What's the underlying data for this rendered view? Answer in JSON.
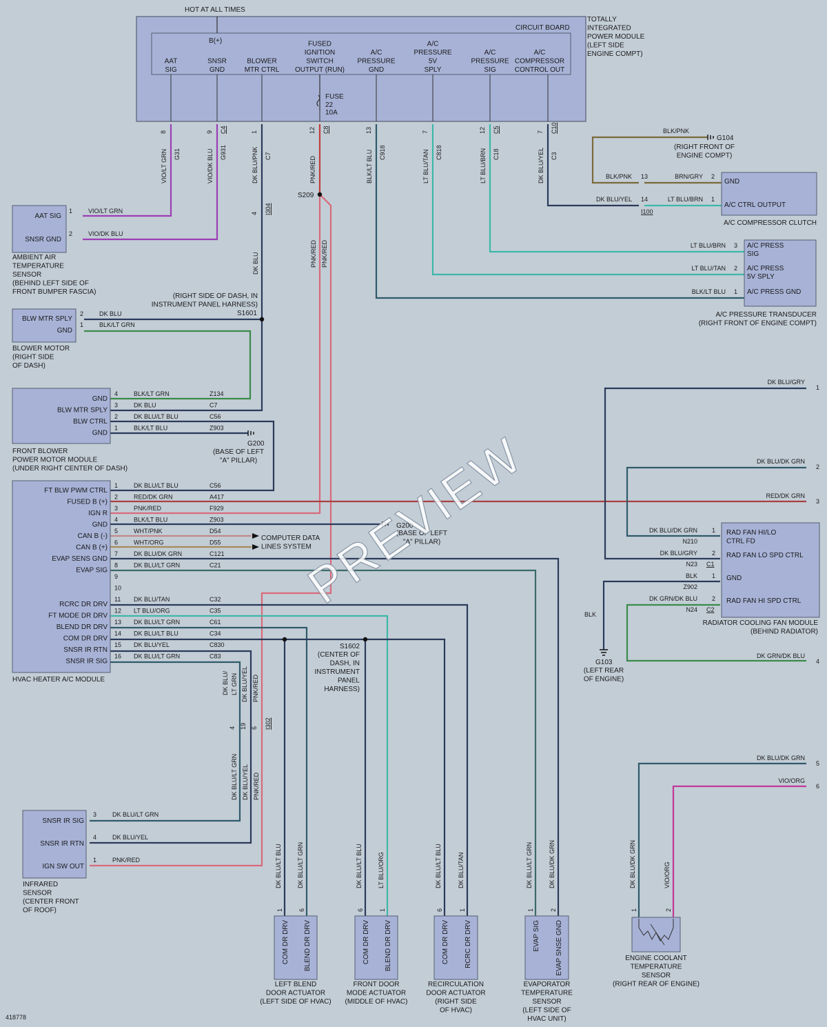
{
  "diagram_id": "418778",
  "watermark": "PREVIEW",
  "tipm": {
    "hot": "HOT AT ALL TIMES",
    "board": "CIRCUIT BOARD",
    "bplus": "B(+)",
    "desc": [
      "TOTALLY",
      "INTEGRATED",
      "POWER MODULE",
      "(LEFT SIDE",
      "ENGINE COMPT)"
    ],
    "fuse": [
      "FUSE",
      "22",
      "10A"
    ],
    "cols": [
      [
        "AAT",
        "SIG"
      ],
      [
        "SNSR",
        "GND"
      ],
      [
        "BLOWER",
        "MTR CTRL"
      ],
      [
        "FUSED",
        "IGNITION",
        "SWITCH",
        "OUTPUT (RUN)"
      ],
      [
        "A/C",
        "PRESSURE",
        "GND"
      ],
      [
        "A/C",
        "PRESSURE",
        "5V",
        "SPLY"
      ],
      [
        "A/C",
        "PRESSURE",
        "SIG"
      ],
      [
        "A/C",
        "COMPRESSOR",
        "CONTROL OUT"
      ]
    ],
    "pins": [
      {
        "pin": "8",
        "conn": "",
        "color": "VIO/LT GRN",
        "circuit": "G31"
      },
      {
        "pin": "9",
        "conn": "C4",
        "color": "VIO/DK BLU",
        "circuit": "G931"
      },
      {
        "pin": "1",
        "conn": "",
        "color": "DK BLU/PNK",
        "circuit": "C7"
      },
      {
        "pin": "12",
        "conn": "C8",
        "color": "PNK/RED",
        "circuit": ""
      },
      {
        "pin": "13",
        "conn": "",
        "color": "BLK/LT BLU",
        "circuit": "C918"
      },
      {
        "pin": "7",
        "conn": "",
        "color": "LT BLU/TAN",
        "circuit": "C818"
      },
      {
        "pin": "12",
        "conn": "C5",
        "color": "LT BLU/BRN",
        "circuit": "C18"
      },
      {
        "pin": "7",
        "conn": "C10",
        "color": "DK BLU/YEL",
        "circuit": "C3"
      }
    ]
  },
  "aat": {
    "pins": [
      "AAT SIG",
      "SNSR GND"
    ],
    "wires": [
      {
        "n": "1",
        "c": "VIO/LT GRN"
      },
      {
        "n": "2",
        "c": "VIO/DK BLU"
      }
    ],
    "desc": [
      "AMBIENT AIR",
      "TEMPERATURE",
      "SENSOR",
      "(BEHIND LEFT SIDE OF",
      "FRONT BUMPER FASCIA)"
    ]
  },
  "splices": {
    "s209": "S209",
    "s1601": "S1601",
    "s1601_desc": [
      "(RIGHT SIDE OF DASH, IN",
      "INSTRUMENT PANEL HARNESS)"
    ],
    "i304": "I304",
    "i304_pin": "4",
    "dk_blu": "DK BLU",
    "pnk_red": "PNK/RED",
    "s1602": "S1602",
    "s1602_desc": [
      "(CENTER OF",
      "DASH, IN",
      "INSTRUMENT",
      "PANEL",
      "HARNESS)"
    ]
  },
  "blower_motor": {
    "pins": [
      "BLW MTR SPLY",
      "GND"
    ],
    "wires": [
      {
        "n": "2",
        "c": "DK BLU"
      },
      {
        "n": "1",
        "c": "BLK/LT GRN"
      }
    ],
    "desc": [
      "BLOWER MOTOR",
      "(RIGHT SIDE",
      "OF DASH)"
    ]
  },
  "fbpmm": {
    "pins": [
      "GND",
      "BLW MTR SPLY",
      "BLW CTRL",
      "GND"
    ],
    "wires": [
      {
        "n": "4",
        "c": "BLK/LT GRN",
        "ckt": "Z134"
      },
      {
        "n": "3",
        "c": "DK BLU",
        "ckt": "C7"
      },
      {
        "n": "2",
        "c": "DK BLU/LT BLU",
        "ckt": "C56"
      },
      {
        "n": "1",
        "c": "BLK/LT BLU",
        "ckt": "Z903"
      }
    ],
    "desc": [
      "FRONT BLOWER",
      "POWER MOTOR MODULE",
      "(UNDER RIGHT CENTER OF DASH)"
    ],
    "g200": "G200",
    "g200_desc": [
      "(BASE OF LEFT",
      "\"A\" PILLAR)"
    ]
  },
  "hvac": {
    "pins": [
      "FT BLW PWM CTRL",
      "FUSED B (+)",
      "IGN R",
      "GND",
      "CAN B (-)",
      "CAN B (+)",
      "EVAP SENS GND",
      "EVAP SIG",
      "",
      "",
      "RCRC DR DRV",
      "FT MODE DR DRV",
      "BLEND DR DRV",
      "COM DR DRV",
      "SNSR IR RTN",
      "SNSR IR SIG"
    ],
    "wires": [
      {
        "n": "1",
        "c": "DK BLU/LT BLU",
        "ckt": "C56"
      },
      {
        "n": "2",
        "c": "RED/DK GRN",
        "ckt": "A417"
      },
      {
        "n": "3",
        "c": "PNK/RED",
        "ckt": "F929"
      },
      {
        "n": "4",
        "c": "BLK/LT BLU",
        "ckt": "Z903"
      },
      {
        "n": "5",
        "c": "WHT/PNK",
        "ckt": "D54"
      },
      {
        "n": "6",
        "c": "WHT/ORG",
        "ckt": "D55"
      },
      {
        "n": "7",
        "c": "DK BLU/DK GRN",
        "ckt": "C121"
      },
      {
        "n": "8",
        "c": "DK BLU/LT GRN",
        "ckt": "C21"
      },
      {
        "n": "9",
        "c": "",
        "ckt": ""
      },
      {
        "n": "10",
        "c": "",
        "ckt": ""
      },
      {
        "n": "11",
        "c": "DK BLU/TAN",
        "ckt": "C32"
      },
      {
        "n": "12",
        "c": "LT BLU/ORG",
        "ckt": "C35"
      },
      {
        "n": "13",
        "c": "DK BLU/LT GRN",
        "ckt": "C61"
      },
      {
        "n": "14",
        "c": "DK BLU/LT BLU",
        "ckt": "C34"
      },
      {
        "n": "15",
        "c": "DK BLU/YEL",
        "ckt": "C830"
      },
      {
        "n": "16",
        "c": "DK BLU/LT GRN",
        "ckt": "C83"
      }
    ],
    "desc": "HVAC HEATER A/C MODULE",
    "data_lines": [
      "COMPUTER DATA",
      "LINES SYSTEM"
    ],
    "g200": "G200",
    "g200_desc": [
      "(BASE OF LEFT",
      "\"A\" PILLAR)"
    ]
  },
  "i302": {
    "name": "I302",
    "pins": [
      "4",
      "19",
      "6"
    ],
    "upper": [
      "DK BLU/",
      "LT GRN",
      "DK BLU/YEL",
      "PNK/RED"
    ],
    "lower": [
      "DK BLU/LT GRN",
      "DK BLU/YEL",
      "PNK/RED"
    ]
  },
  "ir": {
    "pins": [
      "SNSR IR SIG",
      "SNSR IR RTN",
      "IGN SW OUT"
    ],
    "wires": [
      {
        "n": "3",
        "c": "DK BLU/LT GRN"
      },
      {
        "n": "4",
        "c": "DK BLU/YEL"
      },
      {
        "n": "1",
        "c": "PNK/RED"
      }
    ],
    "desc": [
      "INFRARED",
      "SENSOR",
      "(CENTER FRONT",
      "OF ROOF)"
    ]
  },
  "ac_clutch": {
    "g104": "G104",
    "g104_desc": [
      "(RIGHT FRONT OF",
      "ENGINE COMPT)"
    ],
    "blk_pnk": "BLK/PNK",
    "wires": [
      {
        "c_left": "BLK/PNK",
        "inline": "13",
        "c_right": "BRN/GRY",
        "n": "2",
        "pin": "GND"
      },
      {
        "c_left": "DK BLU/YEL",
        "inline": "14",
        "c_right": "LT BLU/BRN",
        "n": "1",
        "pin": "A/C CTRL OUTPUT"
      }
    ],
    "i100": "I100",
    "desc": "A/C COMPRESSOR CLUTCH"
  },
  "ac_trans": {
    "wires": [
      {
        "c": "LT BLU/BRN",
        "n": "3",
        "pin": [
          "A/C PRESS",
          "SIG"
        ]
      },
      {
        "c": "LT BLU/TAN",
        "n": "2",
        "pin": [
          "A/C PRESS",
          "5V SPLY"
        ]
      },
      {
        "c": "BLK/LT BLU",
        "n": "1",
        "pin": [
          "A/C PRESS GND"
        ]
      }
    ],
    "desc": [
      "A/C PRESSURE TRANSDUCER",
      "(RIGHT FRONT OF ENGINE COMPT)"
    ]
  },
  "rad": {
    "ext": [
      {
        "c": "DK BLU/GRY",
        "n": "1"
      },
      {
        "c": "DK BLU/DK GRN",
        "n": "2"
      },
      {
        "c": "RED/DK GRN",
        "n": "3"
      },
      {
        "c": "DK GRN/DK BLU",
        "n": "4"
      },
      {
        "c": "DK BLU/DK GRN",
        "n": "5"
      },
      {
        "c": "VIO/ORG",
        "n": "6"
      }
    ],
    "wires": [
      {
        "c": "DK BLU/DK GRN",
        "ckt": "N210",
        "conn": "",
        "n": "1"
      },
      {
        "c": "DK BLU/GRY",
        "ckt": "N23",
        "conn": "C1",
        "n": "2"
      },
      {
        "c": "BLK",
        "ckt": "Z902",
        "conn": "",
        "n": "1"
      },
      {
        "c": "DK GRN/DK BLU",
        "ckt": "N24",
        "conn": "C2",
        "n": "2"
      }
    ],
    "pins": [
      [
        "RAD FAN HI/LO",
        "CTRL FD"
      ],
      [
        "RAD FAN LO SPD CTRL"
      ],
      [
        "GND"
      ],
      [
        "RAD FAN HI SPD CTRL"
      ]
    ],
    "desc": [
      "RADIATOR COOLING FAN MODULE",
      "(BEHIND RADIATOR)"
    ],
    "blk": "BLK",
    "g103": "G103",
    "g103_desc": [
      "(LEFT REAR",
      "OF ENGINE)"
    ]
  },
  "actuators": [
    {
      "pins": [
        "COM DR DRV",
        "BLEND DR DRV"
      ],
      "nums": [
        "1",
        "6"
      ],
      "wires": [
        "DK BLU/LT BLU",
        "DK BLU/LT GRN"
      ],
      "desc": [
        "LEFT BLEND",
        "DOOR ACTUATOR",
        "(LEFT SIDE OF HVAC)"
      ]
    },
    {
      "pins": [
        "COM DR DRV",
        "BLEND DR DRV"
      ],
      "nums": [
        "6",
        "1"
      ],
      "wires": [
        "DK BLU/LT BLU",
        "LT BLU/ORG"
      ],
      "desc": [
        "FRONT DOOR",
        "MODE ACTUATOR",
        "(MIDDLE OF HVAC)"
      ]
    },
    {
      "pins": [
        "COM DR DRV",
        "RCRC DR DRV"
      ],
      "nums": [
        "6",
        "1"
      ],
      "wires": [
        "DK BLU/LT BLU",
        "DK BLU/TAN"
      ],
      "desc": [
        "RECIRCULATION",
        "DOOR ACTUATOR",
        "(RIGHT SIDE",
        "OF HVAC)"
      ]
    },
    {
      "pins": [
        "EVAP SIG",
        "EVAP SNSE GND"
      ],
      "nums": [
        "1",
        "2"
      ],
      "wires": [
        "DK BLU/LT GRN",
        "DK BLU/DK GRN"
      ],
      "desc": [
        "EVAPORATOR",
        "TEMPERATURE",
        "SENSOR",
        "(LEFT SIDE OF",
        "HVAC UNIT)"
      ]
    }
  ],
  "ect": {
    "nums": [
      "1",
      "2"
    ],
    "wires": [
      "DK BLU/DK GRN",
      "VIO/ORG"
    ],
    "desc": [
      "ENGINE COOLANT",
      "TEMPERATURE",
      "SENSOR",
      "(RIGHT REAR OF ENGINE)"
    ]
  },
  "colors": {
    "box_fill": "#a7b2d6",
    "box_stroke": "#555e72",
    "wire_dark": "#2a3a5a",
    "wire_violet": "#9a3fb5",
    "wire_red": "#c03d3d",
    "wire_pink": "#d86a7a",
    "wire_teal": "#3cb8a8",
    "wire_green": "#3a8a4a",
    "wire_brown": "#7a6a3a",
    "wire_magenta": "#c0399a"
  }
}
